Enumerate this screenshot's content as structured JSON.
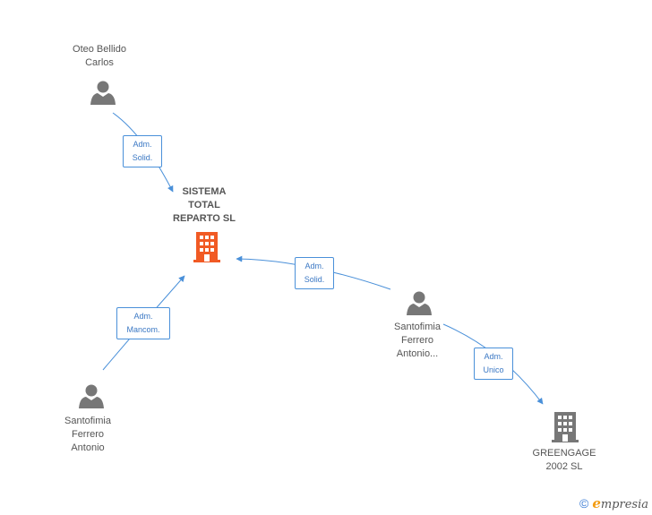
{
  "nodes": {
    "oteo": {
      "label": "Oteo Bellido\nCarlos"
    },
    "sistema": {
      "label": "SISTEMA\nTOTAL\nREPARTO SL"
    },
    "santofimia_right": {
      "label": "Santofimia\nFerrero\nAntonio..."
    },
    "santofimia_left": {
      "label": "Santofimia\nFerrero\nAntonio"
    },
    "greengage": {
      "label": "GREENGAGE\n2002 SL"
    }
  },
  "edges": {
    "oteo_sistema": {
      "label": "Adm.\nSolid."
    },
    "santofimia_right_sistema": {
      "label": "Adm.\nSolid."
    },
    "santofimia_left_sistema": {
      "label": "Adm.\nMancom."
    },
    "santofimia_right_greengage": {
      "label": "Adm.\nUnico"
    }
  },
  "footer": {
    "copyright": "©",
    "brand_initial": "e",
    "brand_rest": "mpresia"
  },
  "colors": {
    "edge": "#4a90d9",
    "person": "#777777",
    "company": "#777777",
    "central_company": "#f15a24"
  }
}
